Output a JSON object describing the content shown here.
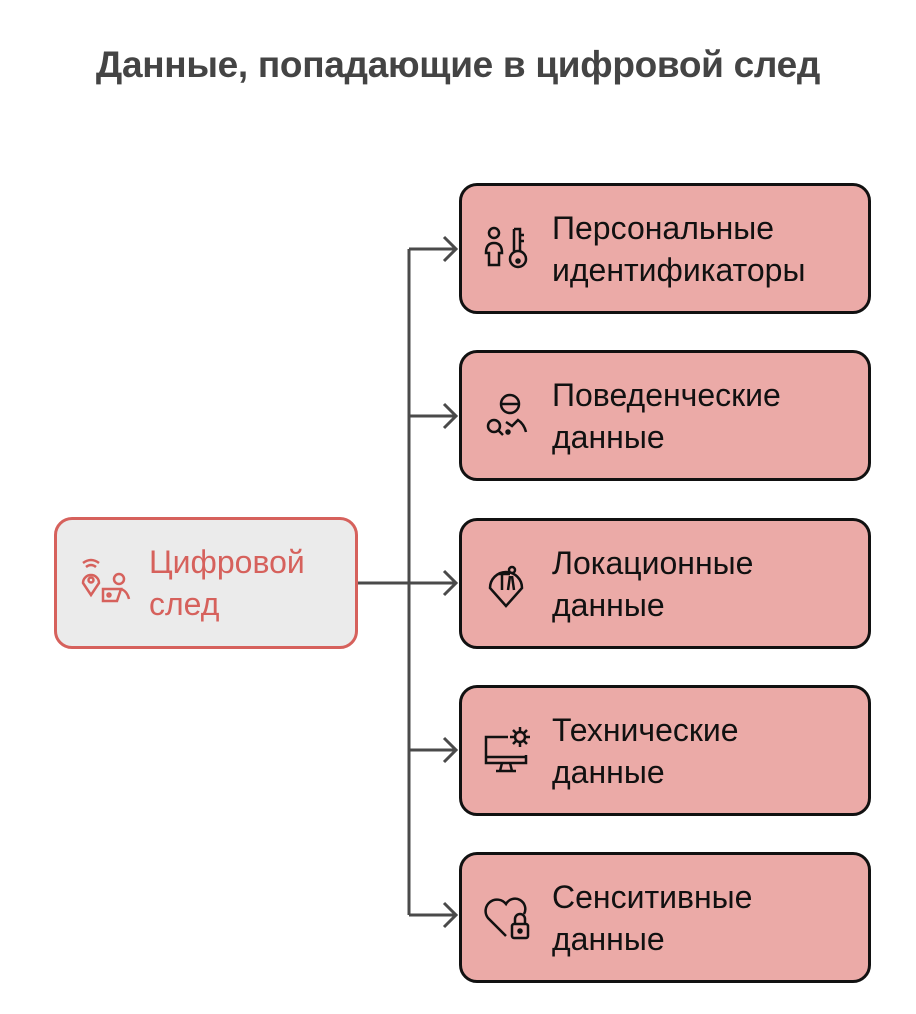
{
  "title": "Данные, попадающие в цифровой след",
  "root": {
    "label_line1": "Цифровой",
    "label_line2": "след",
    "icon": "location-person-laptop-icon",
    "color": "#d6615c"
  },
  "children": [
    {
      "line1": "Персональные",
      "line2": "идентификаторы",
      "icon": "person-key-icon"
    },
    {
      "line1": "Поведенческие",
      "line2": "данные",
      "icon": "user-search-icon"
    },
    {
      "line1": "Локационные",
      "line2": "данные",
      "icon": "location-pin-person-icon"
    },
    {
      "line1": "Технические",
      "line2": "данные",
      "icon": "monitor-gear-icon"
    },
    {
      "line1": "Сенситивные",
      "line2": "данные",
      "icon": "heart-lock-icon"
    }
  ],
  "colors": {
    "leaf_fill": "#ebaaa7",
    "root_fill": "#ebebeb",
    "connector": "#4a4a4a"
  }
}
